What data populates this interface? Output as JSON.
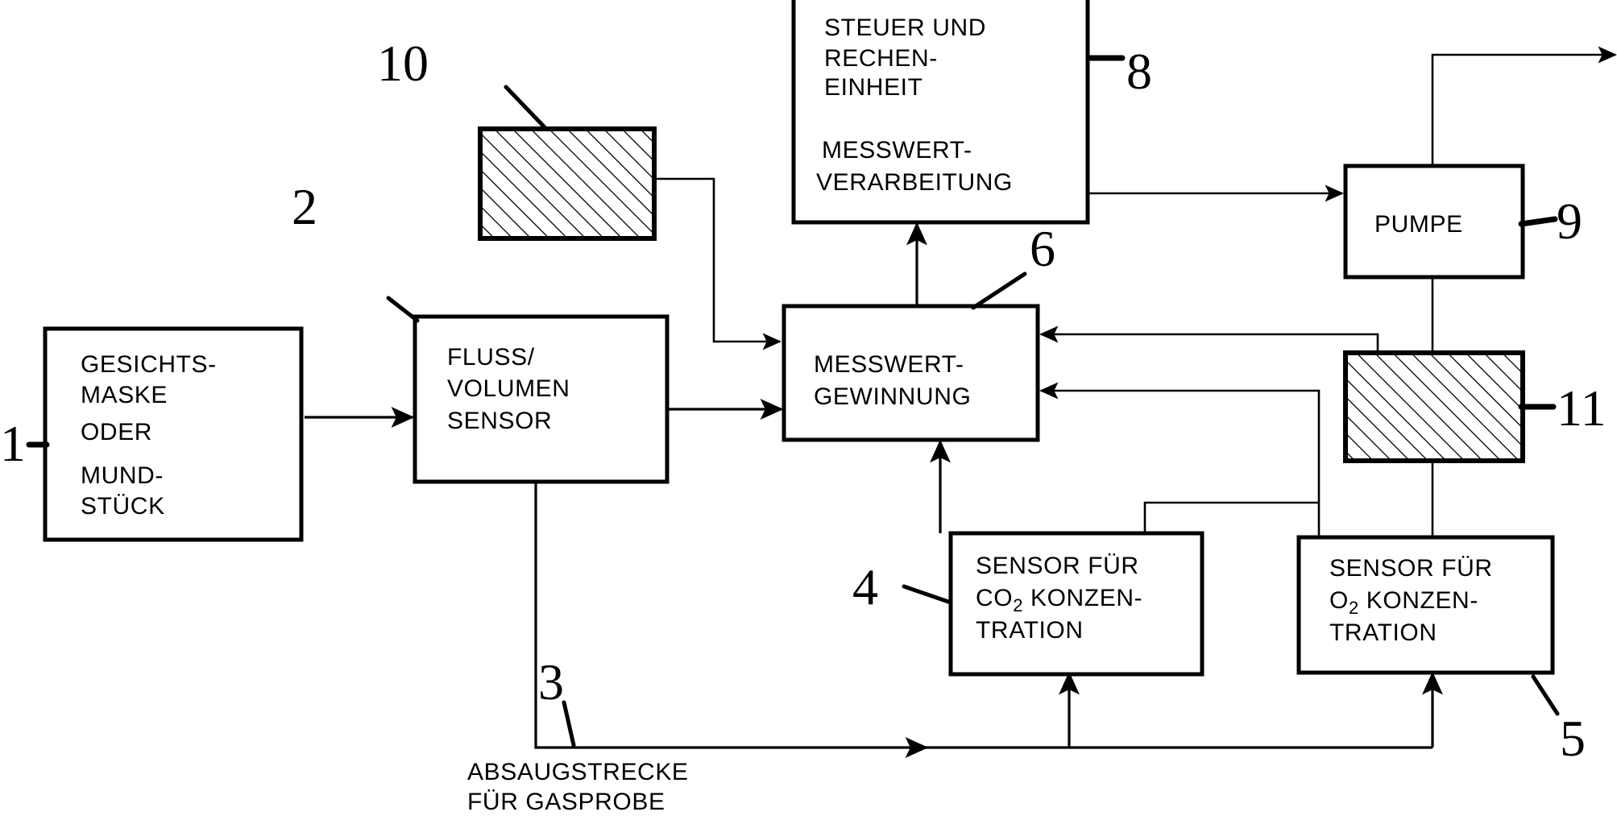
{
  "figure": {
    "type": "block-diagram",
    "language": "de",
    "title": "Atemgas-Messsystem Blockschaltbild",
    "background_color": "#ffffff",
    "line_color": "#000000"
  },
  "blocks": [
    {
      "ref": "1",
      "name": "face-mask-or-mouthpiece",
      "lines": [
        "GESICHTS-",
        "MASKE",
        "ODER",
        "MUND-",
        "STÜCK"
      ],
      "hatched": false
    },
    {
      "ref": "2",
      "name": "flow-volume-sensor",
      "lines": [
        "FLUSS/",
        "VOLUMEN",
        "SENSOR"
      ],
      "hatched": false
    },
    {
      "ref": "4",
      "name": "co2-concentration-sensor",
      "lines": [
        "SENSOR FÜR",
        "CO2 KONZEN-",
        "TRATION"
      ],
      "hatched": false
    },
    {
      "ref": "5",
      "name": "o2-concentration-sensor",
      "lines": [
        "SENSOR FÜR",
        "O2 KONZEN-",
        "TRATION"
      ],
      "hatched": false
    },
    {
      "ref": "6",
      "name": "measurement-acquisition",
      "lines": [
        "MESSWERT-",
        "GEWINNUNG"
      ],
      "hatched": false
    },
    {
      "ref": "8",
      "name": "control-and-computing-unit",
      "lines": [
        "STEUER UND",
        "RECHEN-",
        "EINHEIT",
        "MESSWERT-",
        "VERARBEITUNG"
      ],
      "hatched": false
    },
    {
      "ref": "9",
      "name": "pump",
      "lines": [
        "PUMPE"
      ],
      "hatched": false
    },
    {
      "ref": "10",
      "name": "hatched-block-10",
      "lines": [],
      "hatched": true
    },
    {
      "ref": "11",
      "name": "hatched-block-11",
      "lines": [],
      "hatched": true
    }
  ],
  "labels": {
    "b1_l1": "GESICHTS-",
    "b1_l2": "MASKE",
    "b1_l3": "ODER",
    "b1_l4": "MUND-",
    "b1_l5": "STÜCK",
    "b2_l1": "FLUSS/",
    "b2_l2": "VOLUMEN",
    "b2_l3": "SENSOR",
    "b4_l1": "SENSOR FÜR",
    "b4_l2a": "CO",
    "b4_l2b": "2",
    "b4_l2c": " KONZEN-",
    "b4_l3": "TRATION",
    "b5_l1": "SENSOR FÜR",
    "b5_l2a": "O",
    "b5_l2b": "2",
    "b5_l2c": " KONZEN-",
    "b5_l3": "TRATION",
    "b6_l1": "MESSWERT-",
    "b6_l2": "GEWINNUNG",
    "b8_l1": "STEUER UND",
    "b8_l2": "RECHEN-",
    "b8_l3": "EINHEIT",
    "b8_l4": "MESSWERT-",
    "b8_l5": "VERARBEITUNG",
    "b9_l1": "PUMPE"
  },
  "ref_numbers": {
    "n1": "1",
    "n2": "2",
    "n3": "3",
    "n4": "4",
    "n5": "5",
    "n6": "6",
    "n8": "8",
    "n9": "9",
    "n10": "10",
    "n11": "11"
  },
  "captions": {
    "suction_line_1": "ABSAUGSTRECKE",
    "suction_line_2": "FÜR GASPROBE"
  },
  "connections": [
    {
      "from": "1",
      "to": "2",
      "name": "mask-to-flow-sensor",
      "arrow": true
    },
    {
      "from": "2",
      "to": "6",
      "name": "flow-sensor-to-acquisition",
      "arrow": true
    },
    {
      "from": "10",
      "to": "6",
      "name": "block10-to-acquisition",
      "arrow": true
    },
    {
      "from": "6",
      "to": "8",
      "name": "acquisition-to-control-unit",
      "arrow": true
    },
    {
      "from": "8",
      "to": "9",
      "name": "control-unit-to-pump",
      "arrow": true
    },
    {
      "from": "4",
      "to": "6",
      "name": "co2-sensor-to-acquisition",
      "arrow": true
    },
    {
      "from": "11",
      "to": "6",
      "name": "block11-to-acquisition",
      "arrow": true
    },
    {
      "from": "5",
      "to": "6",
      "name": "o2-sensor-to-acquisition",
      "arrow": true
    },
    {
      "from": "2",
      "to": "3",
      "name": "flow-sensor-to-suction-line",
      "arrow": false
    },
    {
      "from": "3",
      "to": "4",
      "name": "suction-line-to-co2-sensor",
      "arrow": true
    },
    {
      "from": "3",
      "to": "5",
      "name": "suction-line-to-o2-sensor",
      "arrow": true
    },
    {
      "from": "5",
      "to": "11",
      "name": "o2-sensor-to-block11",
      "arrow": false
    },
    {
      "from": "11",
      "to": "9",
      "name": "block11-to-pump",
      "arrow": false
    },
    {
      "from": "9",
      "to": "exhaust",
      "name": "pump-exhaust-outlet",
      "arrow": true
    }
  ]
}
